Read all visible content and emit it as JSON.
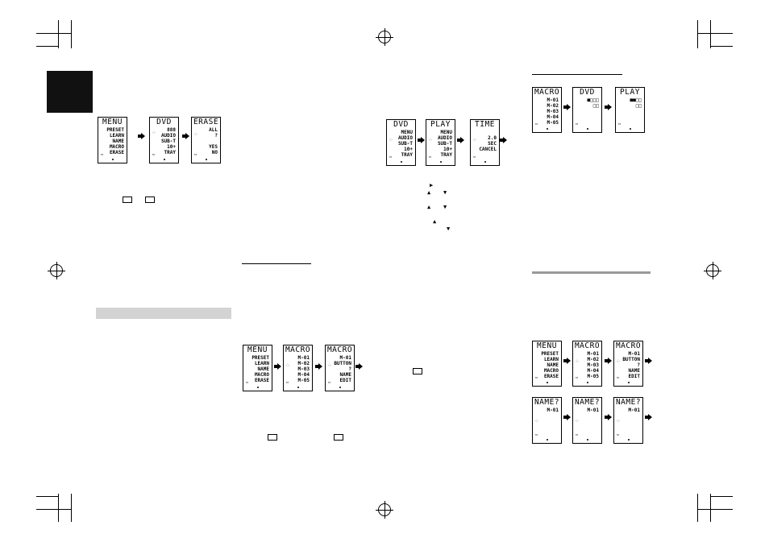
{
  "page": {
    "description_color": "#000000",
    "tab_color": "#111111",
    "gray_bar_color": "#d3d3d3"
  },
  "left_column": {
    "row1": [
      {
        "title": "MENU",
        "body": "PRESET\nLEARN\nNAME\nMACRO\nERASE"
      },
      {
        "title": "DVD",
        "body": "888\nAUDIO\nSUB-T\n10+\nTRAY"
      },
      {
        "title": "ERASE",
        "body": "ALL\n?\n\nYES\nNO"
      }
    ]
  },
  "middle_column": {
    "row1": [
      {
        "title": "DVD",
        "body": "MENU\nAUDIO\nSUB-T\n10+\nTRAY"
      },
      {
        "title": "PLAY",
        "body": "MENU\nAUDIO\nSUB-T\n10+\nTRAY"
      },
      {
        "title": "TIME",
        "body": "\n2.0\nSEC\nCANCEL"
      }
    ],
    "row2": [
      {
        "title": "MENU",
        "body": "PRESET\nLEARN\nNAME\nMACRO\nERASE"
      },
      {
        "title": "MACRO",
        "body": "M-01\nM-02\nM-03\nM-04\nM-05"
      },
      {
        "title": "MACRO",
        "body": "M-01\nBUTTON\n?\nNAME\nEDIT"
      }
    ],
    "nav_symbols": [
      "▶",
      "▲",
      "▼",
      "▲",
      "▼",
      "▲",
      "▼"
    ]
  },
  "right_column": {
    "row1": [
      {
        "title": "MACRO",
        "body": "M-01\nM-02\nM-03\nM-04\nM-05"
      },
      {
        "title": "DVD",
        "body": "■□□□\n□□"
      },
      {
        "title": "PLAY",
        "body": "■■□□\n□□"
      }
    ],
    "row2": [
      {
        "title": "MENU",
        "body": "PRESET\nLEARN\nNAME\nMACRO\nERASE"
      },
      {
        "title": "MACRO",
        "body": "M-01\nM-02\nM-03\nM-04\nM-05"
      },
      {
        "title": "MACRO",
        "body": "M-01\nBUTTON\n?\nNAME\nEDIT"
      }
    ],
    "row3": [
      {
        "title": "NAME?",
        "body": "M-01"
      },
      {
        "title": "NAME?",
        "body": "M-01"
      },
      {
        "title": "NAME?",
        "body": "M-01"
      }
    ]
  }
}
